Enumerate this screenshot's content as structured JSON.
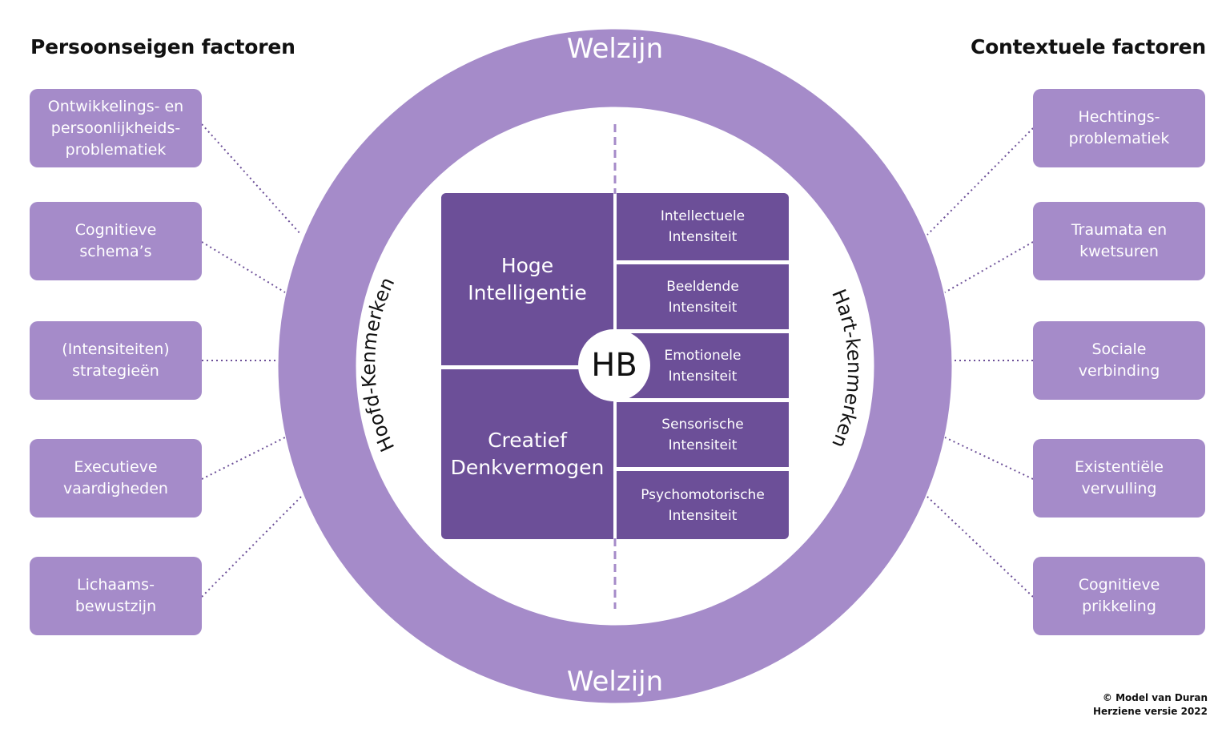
{
  "left_heading": "Persoonseigen factoren",
  "right_heading": "Contextuele factoren",
  "ring_label_top": "Welzijn",
  "ring_label_bottom": "Welzijn",
  "arc_label_left": "Hoofd-Kenmerken",
  "arc_label_right": "Hart-kenmerken",
  "center_label": "HB",
  "left_factors": [
    "Ontwikkelings- en\npersoonlijkheids-\nproblematiek",
    "Cognitieve\nschema’s",
    "(Intensiteiten)\nstrategieën",
    "Executieve\nvaardigheden",
    "Lichaams-\nbewustzijn"
  ],
  "right_factors": [
    "Hechtings-\nproblematiek",
    "Traumata en\nkwetsuren",
    "Sociale\nverbinding",
    "Existentiële\nvervulling",
    "Cognitieve\nprikkeling"
  ],
  "head_traits": [
    "Hoge\nIntelligentie",
    "Creatief\nDenkvermogen"
  ],
  "intensities": [
    "Intellectuele\nIntensiteit",
    "Beeldende\nIntensiteit",
    "Emotionele\nIntensiteit",
    "Sensorische\nIntensiteit",
    "Psychomotorische\nIntensiteit"
  ],
  "copyright_line1": "© Model van Duran",
  "copyright_line2": "Herziene versie 2022",
  "colors": {
    "ring": "#a58bc9",
    "box": "#a58bc9",
    "inner_block": "#6c4f98",
    "connector": "#6c4f98"
  }
}
